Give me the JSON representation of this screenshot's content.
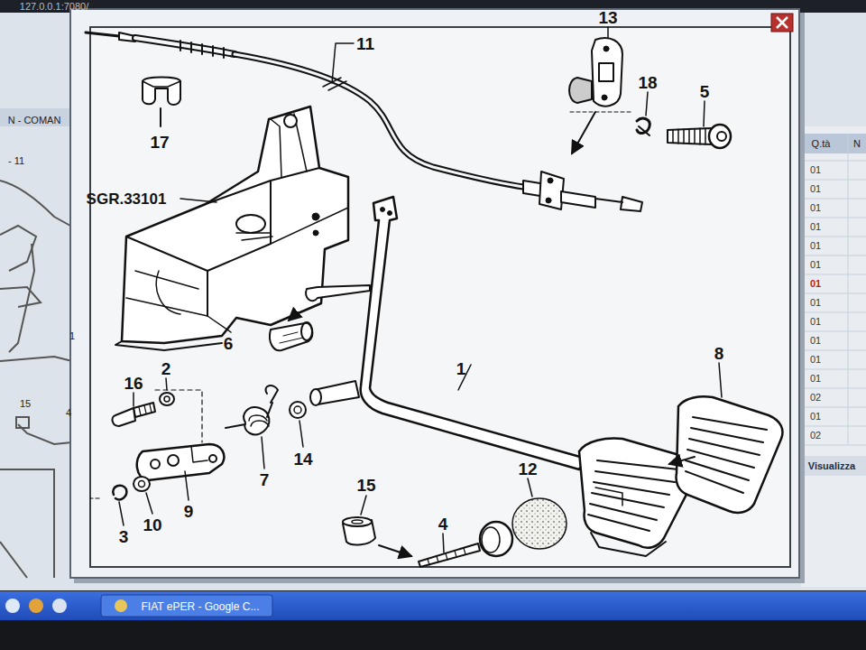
{
  "diagram": {
    "labels": [
      "127.0.0.1:7080/",
      "N - COMAN",
      "- 11",
      "1",
      "15",
      "4",
      "11",
      "13",
      "18",
      "5",
      "17",
      "SGR.33101",
      "6",
      "1",
      "8",
      "16",
      "2",
      "7",
      "14",
      "9",
      "3",
      "10",
      "15",
      "4",
      "12",
      "Q.tà",
      "N",
      "01",
      "01",
      "01",
      "01",
      "01",
      "01",
      "01",
      "01",
      "01",
      "01",
      "01",
      "01",
      "02",
      "01",
      "02",
      "Visualizza",
      "FIAT ePER - Google C..."
    ]
  }
}
